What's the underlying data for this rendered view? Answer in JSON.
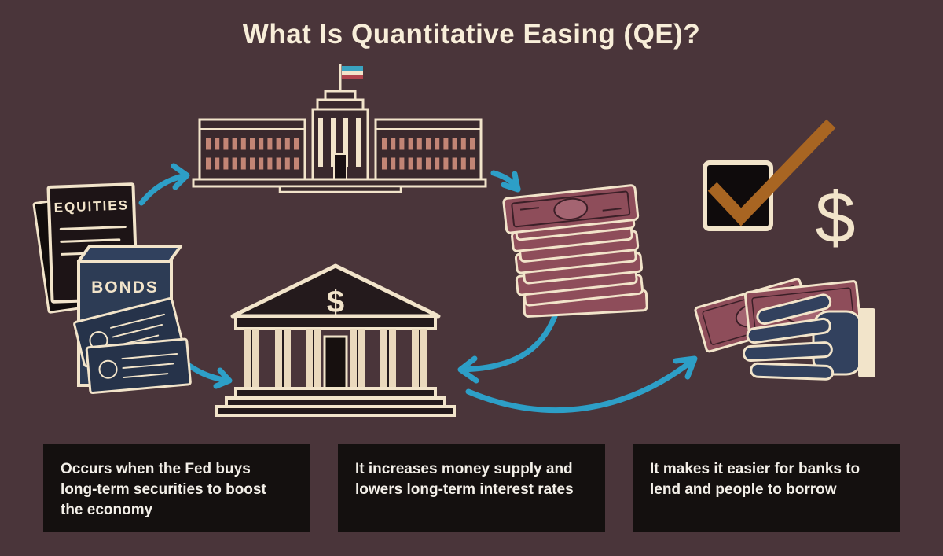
{
  "title": "What Is Quantitative Easing (QE)?",
  "illustration": {
    "equities_label": "EQUITIES",
    "bonds_label": "BONDS",
    "bank_dollar_symbol": "$",
    "dollar_symbol": "$"
  },
  "captions": [
    "Occurs when the Fed buys long-term securities to boost the economy",
    "It increases money supply and lowers long-term interest rates",
    "It makes it easier for banks to lend and people to borrow"
  ],
  "colors": {
    "background": "#4a353a",
    "cream": "#f2e4ca",
    "caption_background": "#14100f",
    "arrow_teal": "#2d9fc7",
    "money_maroon": "#8e4d5a",
    "navy": "#2d3c55",
    "check_orange": "#a86522",
    "window_salmon": "#c28575"
  }
}
